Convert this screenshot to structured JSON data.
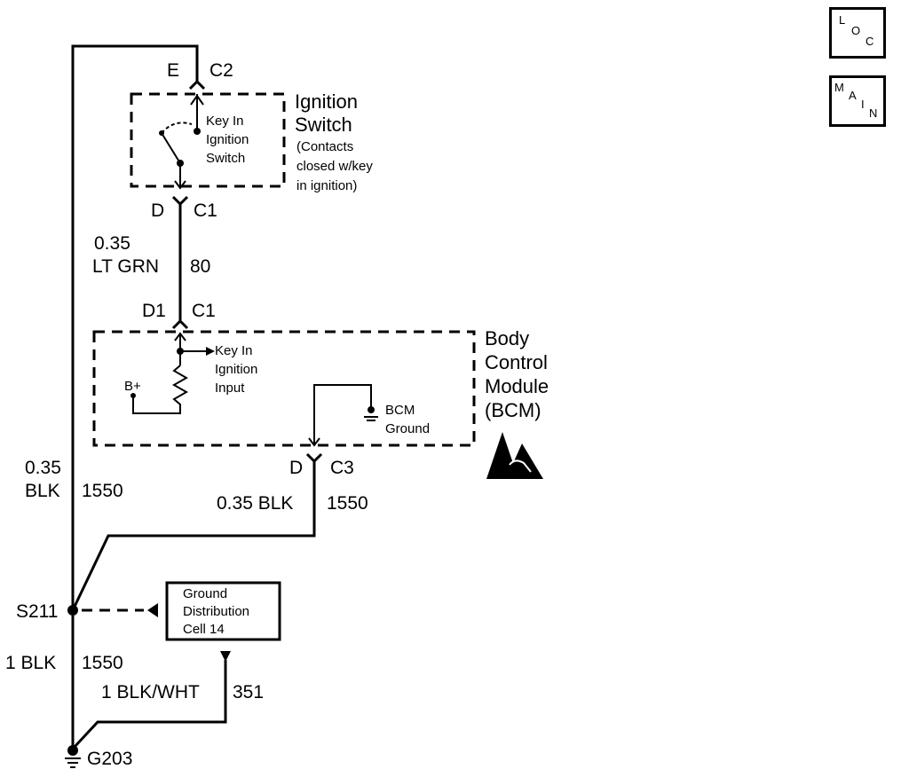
{
  "buttons": {
    "loc": {
      "l1": "L",
      "l2": "O",
      "l3": "C"
    },
    "main": {
      "l1": "M",
      "l2": "A",
      "l3": "I",
      "l4": "N"
    }
  },
  "ignition_switch": {
    "connector_top_pin": "E",
    "connector_top": "C2",
    "title_line1": "Ignition",
    "title_line2": "Switch",
    "note_line1": "(Contacts",
    "note_line2": "closed w/key",
    "note_line3": "in ignition)",
    "contact_line1": "Key In",
    "contact_line2": "Ignition",
    "contact_line3": "Switch",
    "connector_bottom_pin": "D",
    "connector_bottom": "C1"
  },
  "wire_80": {
    "gauge": "0.35",
    "color": "LT GRN",
    "circuit": "80"
  },
  "bcm": {
    "connector_top_pin": "D1",
    "connector_top": "C1",
    "title_line1": "Body",
    "title_line2": "Control",
    "title_line3": "Module",
    "title_line4": "(BCM)",
    "input_line1": "Key In",
    "input_line2": "Ignition",
    "input_line3": "Input",
    "supply": "B+",
    "ground_line1": "BCM",
    "ground_line2": "Ground",
    "connector_bottom_pin": "D",
    "connector_bottom": "C3"
  },
  "wire_left": {
    "gauge": "0.35",
    "color": "BLK",
    "circuit": "1550"
  },
  "wire_bcm_ground": {
    "label": "0.35 BLK",
    "circuit": "1550"
  },
  "splice": {
    "name": "S211"
  },
  "ground_dist": {
    "line1": "Ground",
    "line2": "Distribution",
    "line3": "Cell 14"
  },
  "wire_main_ground": {
    "label": "1 BLK",
    "circuit": "1550"
  },
  "wire_351": {
    "label": "1 BLK/WHT",
    "circuit": "351"
  },
  "ground": {
    "name": "G203"
  }
}
